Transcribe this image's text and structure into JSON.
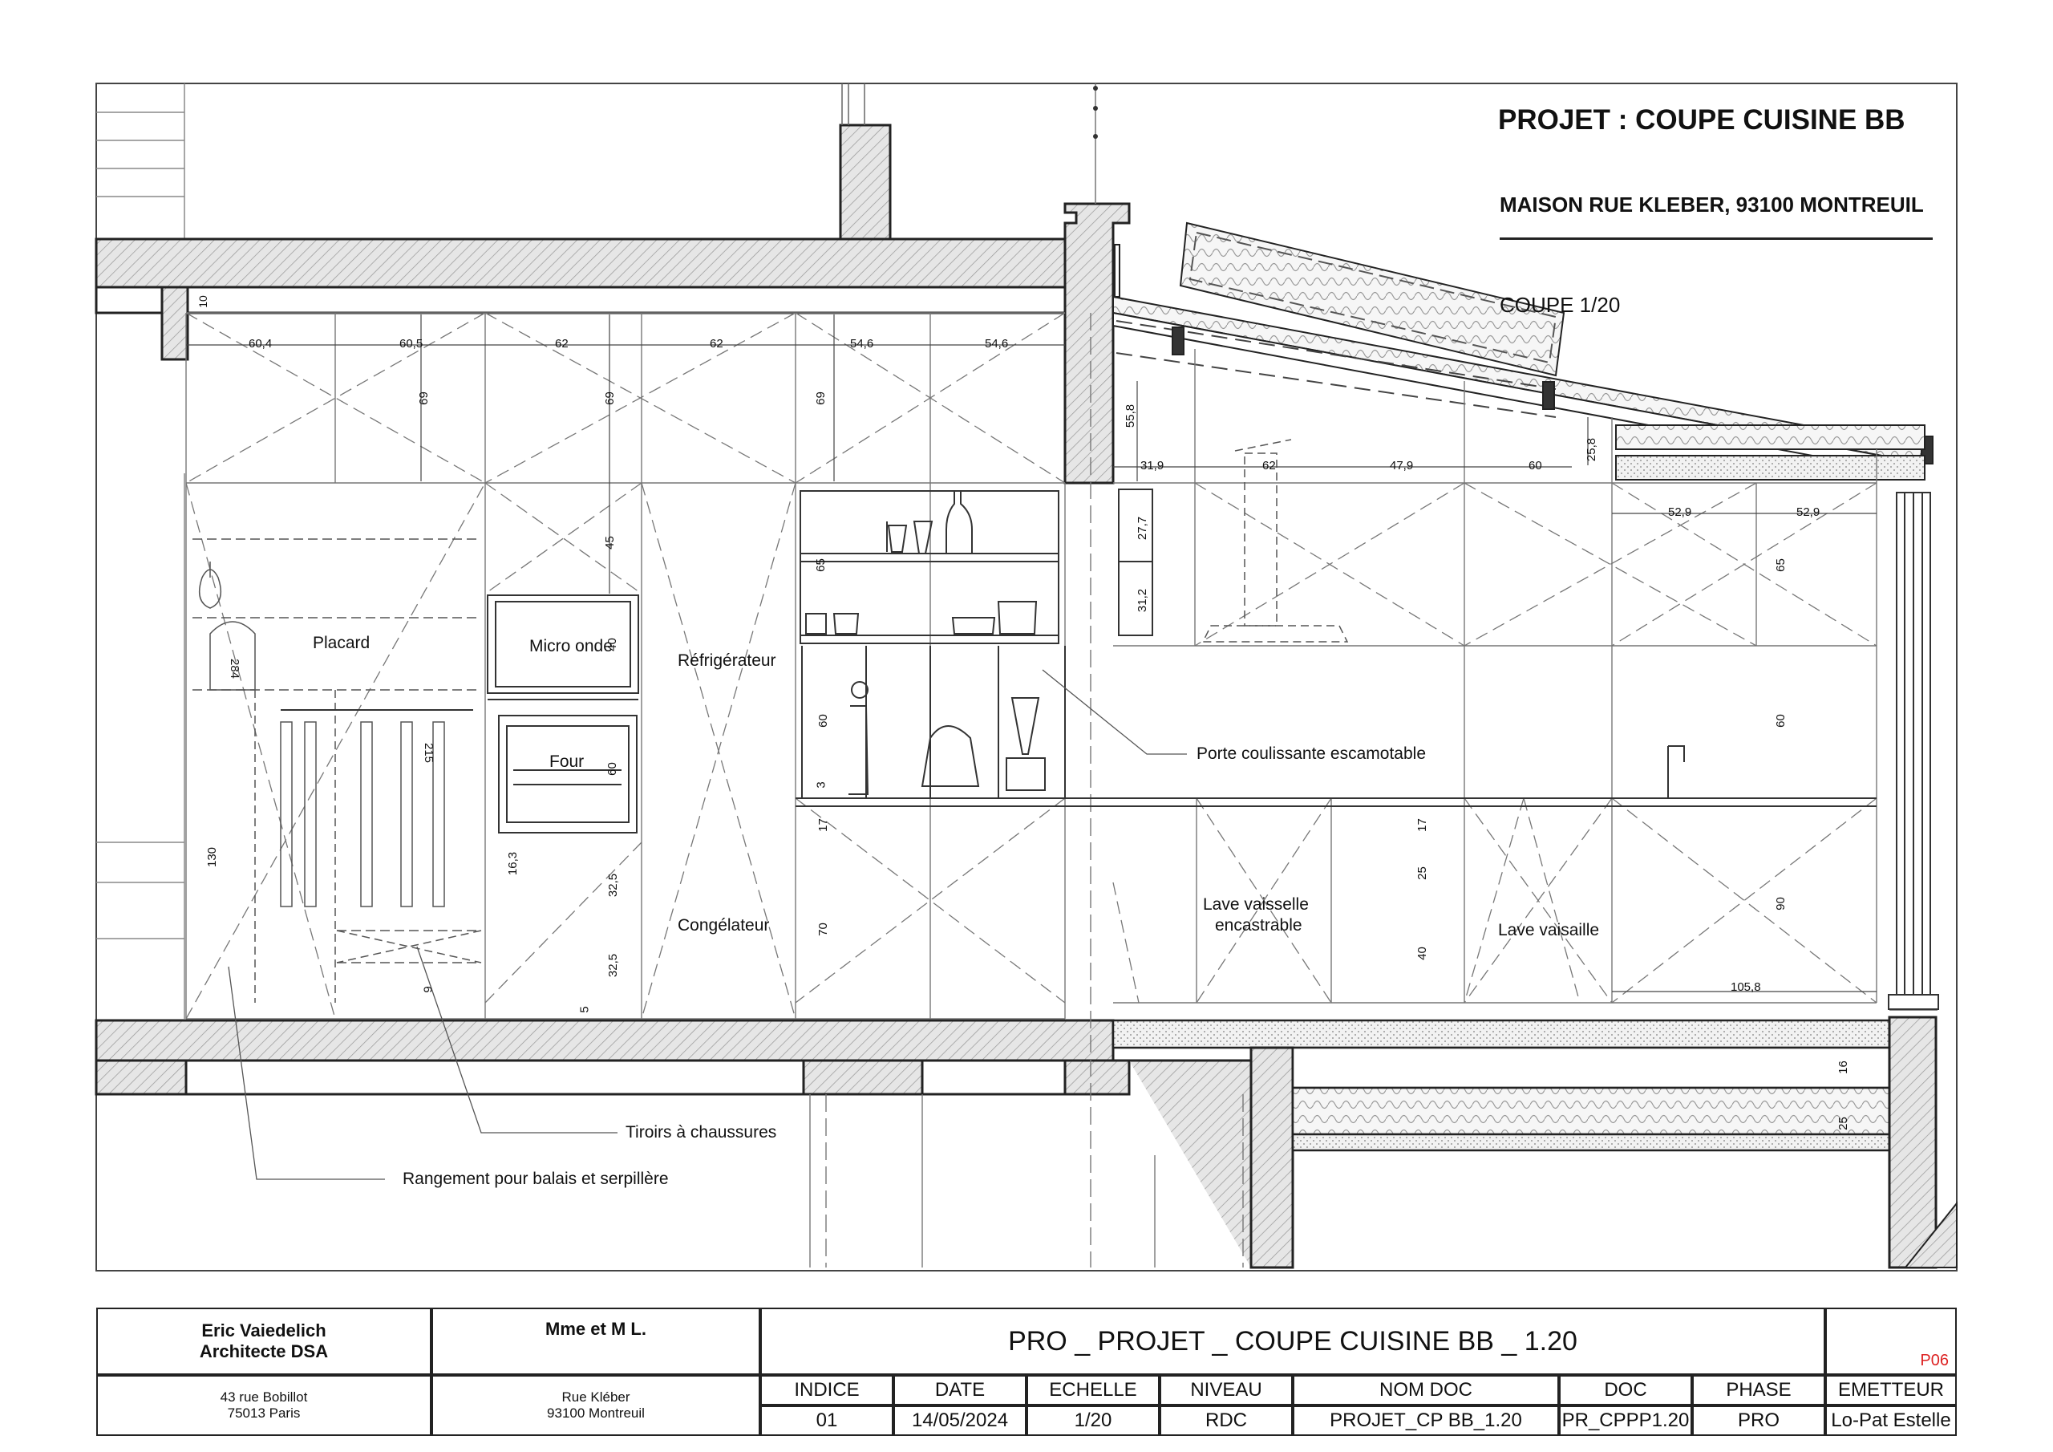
{
  "header": {
    "project_title": "PROJET : COUPE CUISINE BB",
    "address": "MAISON  RUE KLEBER, 93100 MONTREUIL",
    "scale_label": "COUPE 1/20"
  },
  "labels": {
    "placard": "Placard",
    "micro_onde": "Micro onde",
    "four": "Four",
    "refrigerateur": "Réfrigérateur",
    "congelateur": "Congélateur",
    "porte_coulissante": "Porte coulissante escamotable",
    "lave_vaisselle_encastrable_1": "Lave vaisselle",
    "lave_vaisselle_encastrable_2": "encastrable",
    "lave_vaisselle": "Lave vaisaille",
    "tiroirs": "Tiroirs à chaussures",
    "rangement": "Rangement pour balais et serpillère"
  },
  "dimensions": {
    "top_widths": [
      "60,4",
      "60,5",
      "62",
      "62",
      "54,6",
      "54,6"
    ],
    "d10": "10",
    "upper_heights": [
      "69",
      "69",
      "69"
    ],
    "d558": "55,8",
    "right_widths": [
      "31,9",
      "62",
      "47,9",
      "60"
    ],
    "d258": "25,8",
    "right_top": [
      "52,9",
      "52,9"
    ],
    "d45": "45",
    "d277": "27,7",
    "d312": "31,2",
    "d65a": "65",
    "d65b": "65",
    "d40": "40",
    "d284": "284",
    "d215": "215",
    "d60a": "60",
    "d60b": "60",
    "d60c": "60",
    "d3": "3",
    "d17a": "17",
    "d17b": "17",
    "d163": "16,3",
    "d325a": "32,5",
    "d325b": "32,5",
    "d70": "70",
    "d25": "25",
    "d40b": "40",
    "d90": "90",
    "d130": "130",
    "d9": "9",
    "d5": "5",
    "d1058": "105,8",
    "d16": "16",
    "d25b": "25"
  },
  "title_block": {
    "architect_name": "Eric Vaiedelich",
    "architect_title": "Architecte DSA",
    "architect_address_1": "43 rue Bobillot",
    "architect_address_2": "75013 Paris",
    "client_name": "Mme et M L.",
    "client_address_1": "Rue Kléber",
    "client_address_2": "93100 Montreuil",
    "project_name": "PRO _ PROJET _ COUPE CUISINE BB _ 1.20",
    "revision": "P06",
    "headers": [
      "INDICE",
      "DATE",
      "ECHELLE",
      "NIVEAU",
      "NOM DOC",
      "DOC",
      "PHASE",
      "EMETTEUR"
    ],
    "values": [
      "01",
      "14/05/2024",
      "1/20",
      "RDC",
      "PROJET_CP BB_1.20",
      "PR_CPPP1.20",
      "PRO",
      "Lo-Pat Estelle"
    ]
  }
}
